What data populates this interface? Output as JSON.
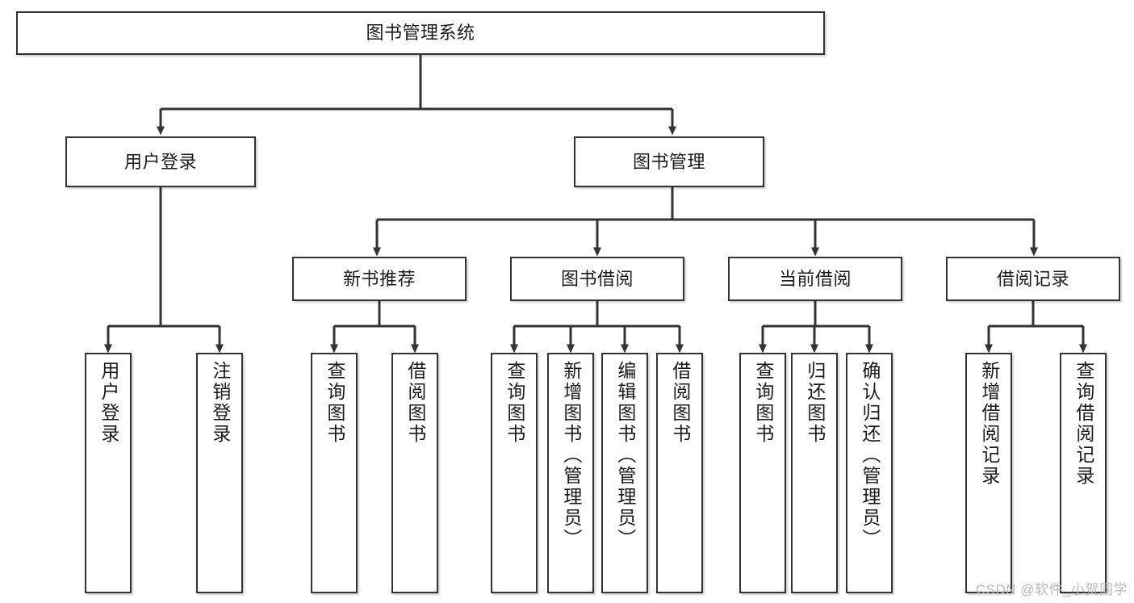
{
  "diagram": {
    "title": "图书管理系统",
    "type": "functional-structure-tree",
    "watermark": "CSDN @软件_小贺同学",
    "colors": {
      "box_border": "#333333",
      "box_fill": "#ffffff",
      "connector": "#333333",
      "text": "#1b1b1b",
      "watermark": "#b9b9b9",
      "background": "#ffffff"
    },
    "levels": {
      "root": {
        "label": "图书管理系统"
      },
      "level2": [
        {
          "label": "用户登录"
        },
        {
          "label": "图书管理"
        }
      ],
      "level3": [
        {
          "label": "新书推荐"
        },
        {
          "label": "图书借阅"
        },
        {
          "label": "当前借阅"
        },
        {
          "label": "借阅记录"
        }
      ],
      "leaves": {
        "user_login": [
          {
            "label": "用户登录"
          },
          {
            "label": "注销登录"
          }
        ],
        "new_book_recommend": [
          {
            "label": "查询图书"
          },
          {
            "label": "借阅图书"
          }
        ],
        "book_borrow": [
          {
            "label": "查询图书"
          },
          {
            "label": "新增图书（管理员）"
          },
          {
            "label": "编辑图书（管理员）"
          },
          {
            "label": "借阅图书"
          }
        ],
        "current_borrow": [
          {
            "label": "查询图书"
          },
          {
            "label": "归还图书"
          },
          {
            "label": "确认归还（管理员）"
          }
        ],
        "borrow_record": [
          {
            "label": "新增借阅记录"
          },
          {
            "label": "查询借阅记录"
          }
        ]
      }
    }
  }
}
